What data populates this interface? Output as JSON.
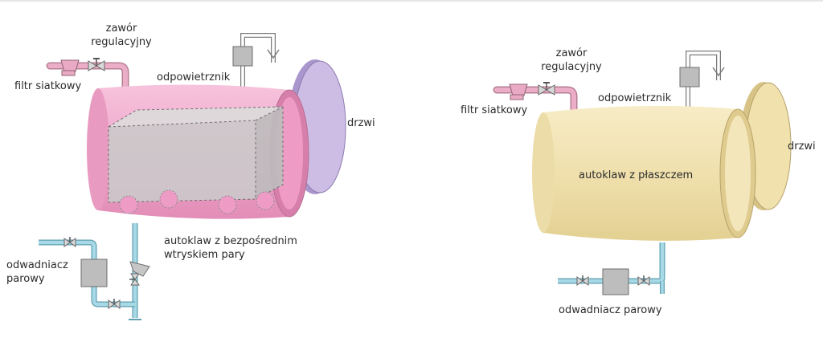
{
  "left": {
    "valve_label": "zawór regulacyjny",
    "filter_label": "filtr siatkowy",
    "vent_label": "odpowietrznik",
    "door_label": "drzwi",
    "autoclave_label": "autoklaw z bezpośrednim wtryskiem pary",
    "trap_label": "odwadniacz parowy"
  },
  "right": {
    "valve_label": "zawór regulacyjny",
    "filter_label": "filtr siatkowy",
    "vent_label": "odpowietrznik",
    "door_label": "drzwi",
    "autoclave_label": "autoklaw z płaszczem",
    "trap_label": "odwadniacz parowy"
  },
  "colors": {
    "left_shell": "#f0a8cc",
    "left_door": "#c9b8e2",
    "right_shell": "#f1e3b2",
    "steam_pipe": "#e9a9c4",
    "condensate_pipe": "#9dd3e0",
    "device_gray": "#bdbdbd"
  }
}
